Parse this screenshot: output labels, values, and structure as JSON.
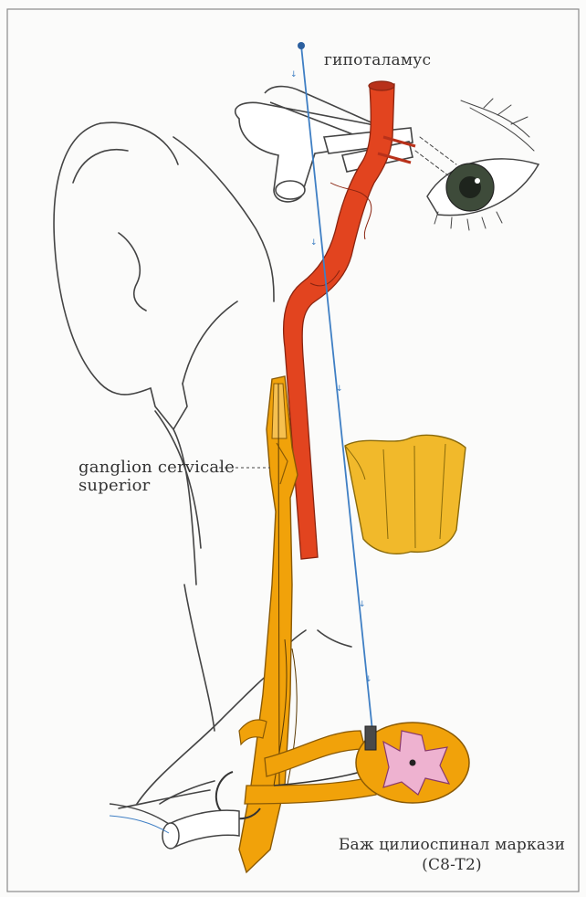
{
  "labels": {
    "hypothalamus": "гипоталамус",
    "ganglion_line1": "ganglion cervicale",
    "ganglion_line2": "superior",
    "center_line1": "Баж цилиоспинал маркази",
    "center_line2": "(C8-T2)"
  },
  "colors": {
    "artery": "#e2441f",
    "artery_dark": "#8a2410",
    "nerve": "#f1a20a",
    "nerve_light": "#f6c04f",
    "spinal_gray": "#eeb2d0",
    "pathway_blue": "#3f7fc4",
    "outline": "#404040",
    "iris": "#3e4b3a"
  }
}
